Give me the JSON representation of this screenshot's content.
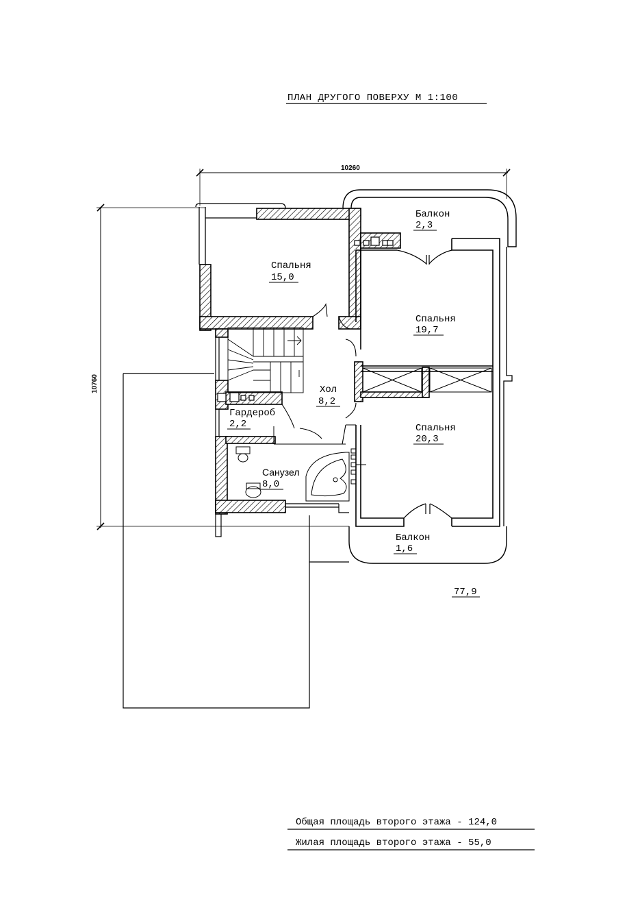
{
  "title": "ПЛАН ДРУГОГО ПОВЕРХУ  М 1:100",
  "dimensions": {
    "width": "10260",
    "height": "10760"
  },
  "rooms": [
    {
      "name": "Спальня",
      "area": "15,0"
    },
    {
      "name": "Балкон",
      "area": "2,3"
    },
    {
      "name": "Спальня",
      "area": "19,7"
    },
    {
      "name": "Хол",
      "area": "8,2"
    },
    {
      "name": "Гардероб",
      "area": "2,2"
    },
    {
      "name": "Спальня",
      "area": "20,3"
    },
    {
      "name": "Санузел",
      "area": "8,0"
    },
    {
      "name": "Балкон",
      "area": "1,6"
    }
  ],
  "roof_area": "77,9",
  "summary": {
    "total": "Общая площадь второго этажа - 124,0",
    "living": "Жилая площадь второго этажа  - 55,0"
  }
}
